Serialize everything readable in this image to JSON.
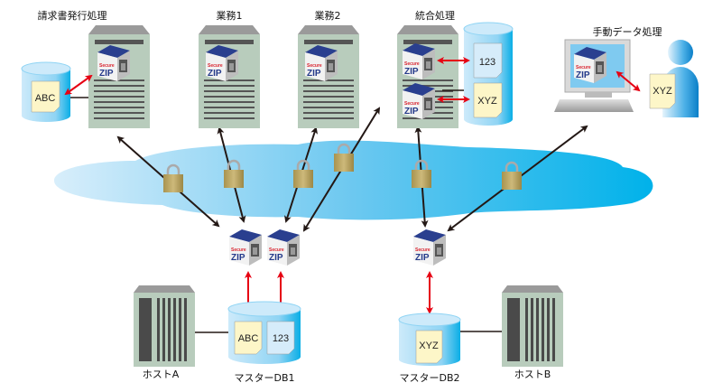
{
  "labels": {
    "invoice": "請求書発行処理",
    "work1": "業務1",
    "work2": "業務2",
    "integration": "統合処理",
    "manual": "手動データ処理",
    "hostA": "ホストA",
    "hostB": "ホストB",
    "masterDB1": "マスターDB1",
    "masterDB2": "マスターDB2"
  },
  "documents": {
    "invoice_doc": "ABC",
    "integration_doc1": "123",
    "integration_doc2": "XYZ",
    "manual_doc": "XYZ",
    "db1_doc1": "ABC",
    "db1_doc2": "123",
    "db2_doc": "XYZ"
  },
  "product_badge": {
    "line1": "Secure",
    "line2": "ZIP"
  },
  "colors": {
    "cloud_light": "#d3ecfa",
    "cloud_dark": "#00b2ea",
    "server": "#b8ccbc",
    "arrow_red": "#e60012",
    "arrow_black": "#231815",
    "lock": "#b9a466",
    "doc_yellow": "#fdf6c8",
    "doc_blue": "#d6ecfa"
  }
}
